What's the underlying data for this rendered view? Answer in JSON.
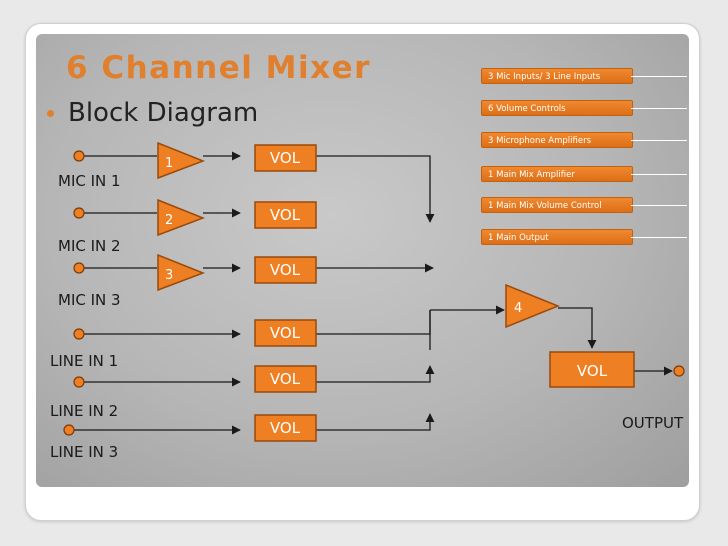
{
  "slide": {
    "title": "6 Channel Mixer",
    "bullet": "Block Diagram"
  },
  "legend": [
    "3 Mic Inputs/ 3 Line Inputs",
    "6 Volume Controls",
    "3 Microphone Amplifiers",
    "1 Main Mix Amplifier",
    "1 Main Mix Volume Control",
    "1 Main Output"
  ],
  "inputs": [
    "MIC IN 1",
    "MIC IN 2",
    "MIC IN 3",
    "LINE IN 1",
    "LINE IN 2",
    "LINE IN 3"
  ],
  "amplifiers": [
    "1",
    "2",
    "3"
  ],
  "volume_label": "VOL",
  "main_amplifier": "4",
  "main_volume_label": "VOL",
  "output_label": "OUTPUT",
  "colors": {
    "accent": "#e07f2d",
    "block_fill": "#ee7f22",
    "block_stroke": "#9a4a0a",
    "line": "#1a1a1a",
    "legend_fill": "#e8791f"
  }
}
